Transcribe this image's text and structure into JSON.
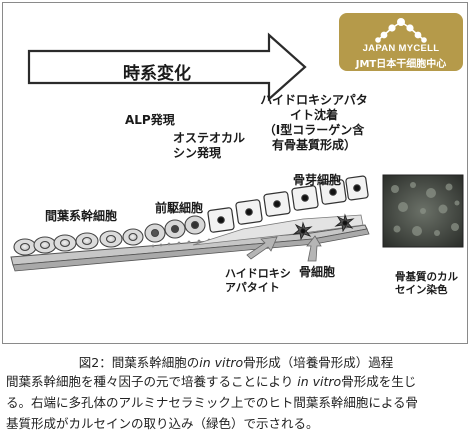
{
  "logo": {
    "brand_en": "JAPAN MYCELL",
    "brand_ja": "JMT日本干细胞中心"
  },
  "diagram": {
    "timeline_label": "時系変化",
    "stage_alp": "ALP発現",
    "stage_osteocalcin": [
      "オステオカル",
      "シン発現"
    ],
    "stage_hydroxyapatite": [
      "ハイドロキシアパタ",
      "イト沈着",
      "（I型コラーゲン含",
      "有骨基質形成）"
    ],
    "cell_msc": "間葉系幹細胞",
    "cell_precursor": "前駆細胞",
    "cell_osteoblast": "骨芽細胞",
    "label_hydroxyapatite": [
      "ハイドロキシ",
      "アパタイト"
    ],
    "cell_osteocyte": "骨細胞",
    "calcein_caption": [
      "骨基質のカル",
      "セイン染色"
    ]
  },
  "caption": {
    "prefix": "図2：間葉系幹細胞の",
    "italic": "in vitro",
    "suffix": "骨形成（培養骨形成）過程"
  },
  "description": {
    "line1_a": "間葉系幹細胞を種々因子の元で培養することにより",
    "line1_italic": "in vitro",
    "line1_b": "骨形成を生じ",
    "line2": "る。右端に多孔体のアルミナセラミック上でのヒト間葉系幹細胞による骨",
    "line3": "基質形成がカルセインの取り込み（緑色）で示される。"
  }
}
